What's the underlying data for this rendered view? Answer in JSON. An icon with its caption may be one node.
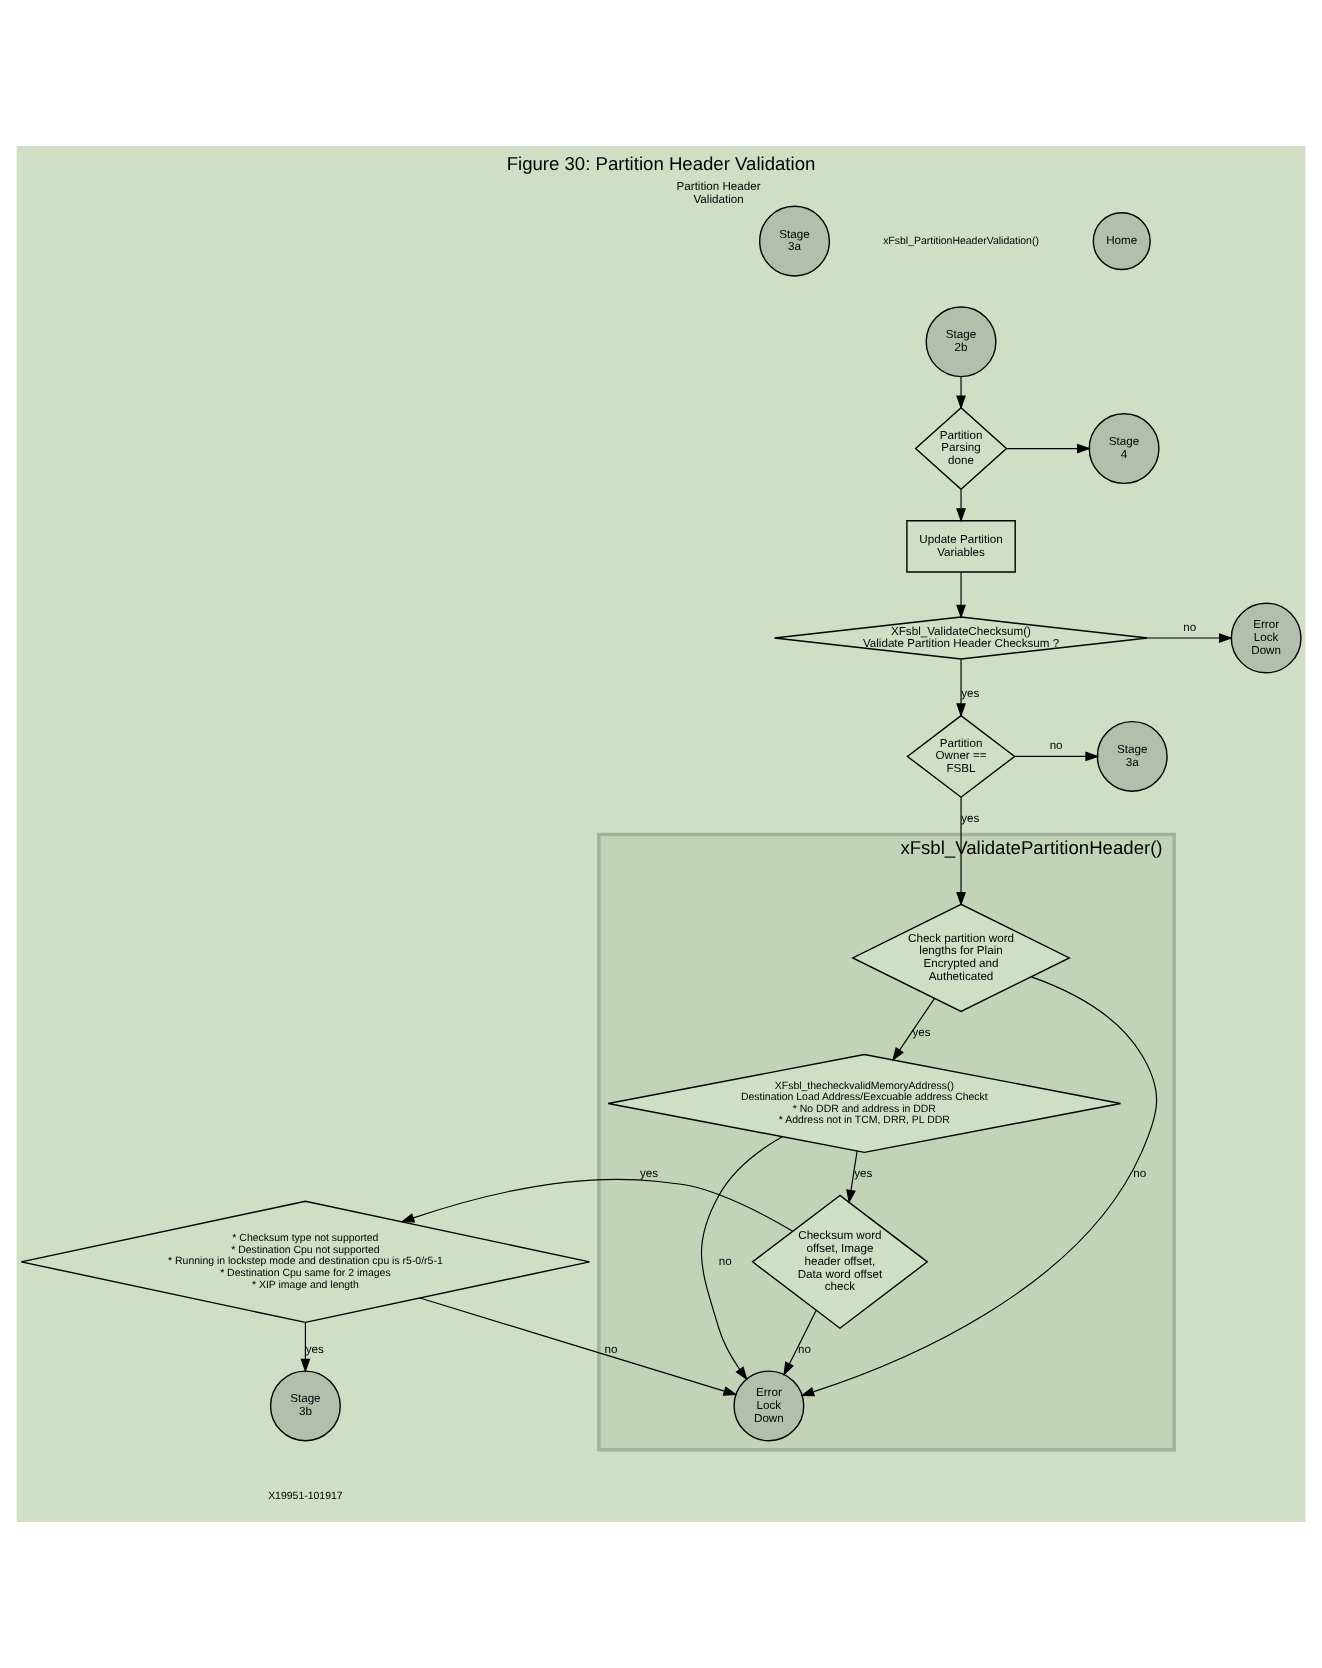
{
  "diagram": {
    "title": "Figure 30: Partition Header Validation",
    "nodes": [
      {
        "text": [
          "Stage 3a"
        ],
        "beside": [
          "Partition Header Validation"
        ]
      },
      {
        "text": [
          "Stage 2b"
        ]
      },
      {
        "text": [
          "Home"
        ]
      },
      {
        "text": [
          "Partition Parsing done"
        ]
      },
      {
        "text": [
          "Stage 4"
        ]
      },
      {
        "text": [
          "Update Partition Variables"
        ]
      },
      {
        "text": [
          "XFsbl_ValidateChecksum()",
          "Validate Partition Header Checksum ?"
        ]
      },
      {
        "text": [
          "Error Lock Down"
        ]
      },
      {
        "text": [
          "Partition Owner == FSBL"
        ]
      },
      {
        "text": [
          "Stage 3a"
        ]
      },
      {
        "text": [
          "xFsbl_ValidatePartitionHeader()"
        ]
      },
      {
        "text": [
          "Check partition word lengths for Plain Encrypted and Autheticated"
        ],
        "in": 10
      },
      {
        "text": [
          "XFsbl_thecheckvalidMemoryAddress()",
          "Destination Load Address/Eexcuable address Checkt",
          "* No DDR and address in DDR",
          "* Address not in TCM, DRR, PL DDR"
        ],
        "in": 10
      },
      {
        "text": [
          "Error Lock Down"
        ],
        "in": 10
      },
      {
        "text": [
          "Checksum word offset, Image header offset, Data word offset check"
        ],
        "in": 10
      },
      {
        "text": [
          "* Checksum type not supported",
          "* Destination Cpu not supported",
          "* Running in lockstep mode and destination cpu is r5-0/r5-1",
          "* Destination Cpu same for 2 images",
          "* XIP image and length"
        ]
      },
      {
        "text": [
          "Stage 3b"
        ]
      }
    ],
    "edges": [
      {
        "from": 1,
        "to": 3,
        "arrow": "to"
      },
      {
        "from": 3,
        "to": 4,
        "arrow": "to"
      },
      {
        "from": 3,
        "to": 5,
        "arrow": "to"
      },
      {
        "from": 5,
        "to": 6,
        "arrow": "to"
      },
      {
        "from": 6,
        "to": 7,
        "arrow": "to",
        "label": "no"
      },
      {
        "from": 6,
        "to": 8,
        "arrow": "to",
        "label": "yes"
      },
      {
        "from": 8,
        "to": 9,
        "arrow": "to",
        "label": "no"
      },
      {
        "from": 8,
        "to": 11,
        "arrow": "to",
        "label": "yes"
      },
      {
        "from": 11,
        "to": 13,
        "arrow": "to",
        "label": "no"
      },
      {
        "from": 11,
        "to": 12,
        "arrow": "to",
        "label": "yes"
      },
      {
        "from": 12,
        "to": 13,
        "arrow": "to",
        "label": "no"
      },
      {
        "from": 14,
        "to": 13,
        "arrow": "to",
        "label": "no"
      },
      {
        "from": 12,
        "to": 14,
        "arrow": "to",
        "label": "yes"
      },
      {
        "from": 14,
        "to": 15,
        "arrow": "to",
        "label": "yes"
      },
      {
        "from": 15,
        "to": 13,
        "arrow": "to",
        "label": "no"
      },
      {
        "from": 15,
        "to": 16,
        "arrow": "to",
        "label": "yes"
      }
    ],
    "labels": [
      "xFsbl_PartitionHeaderValidation()",
      "X19951-101917"
    ]
  }
}
